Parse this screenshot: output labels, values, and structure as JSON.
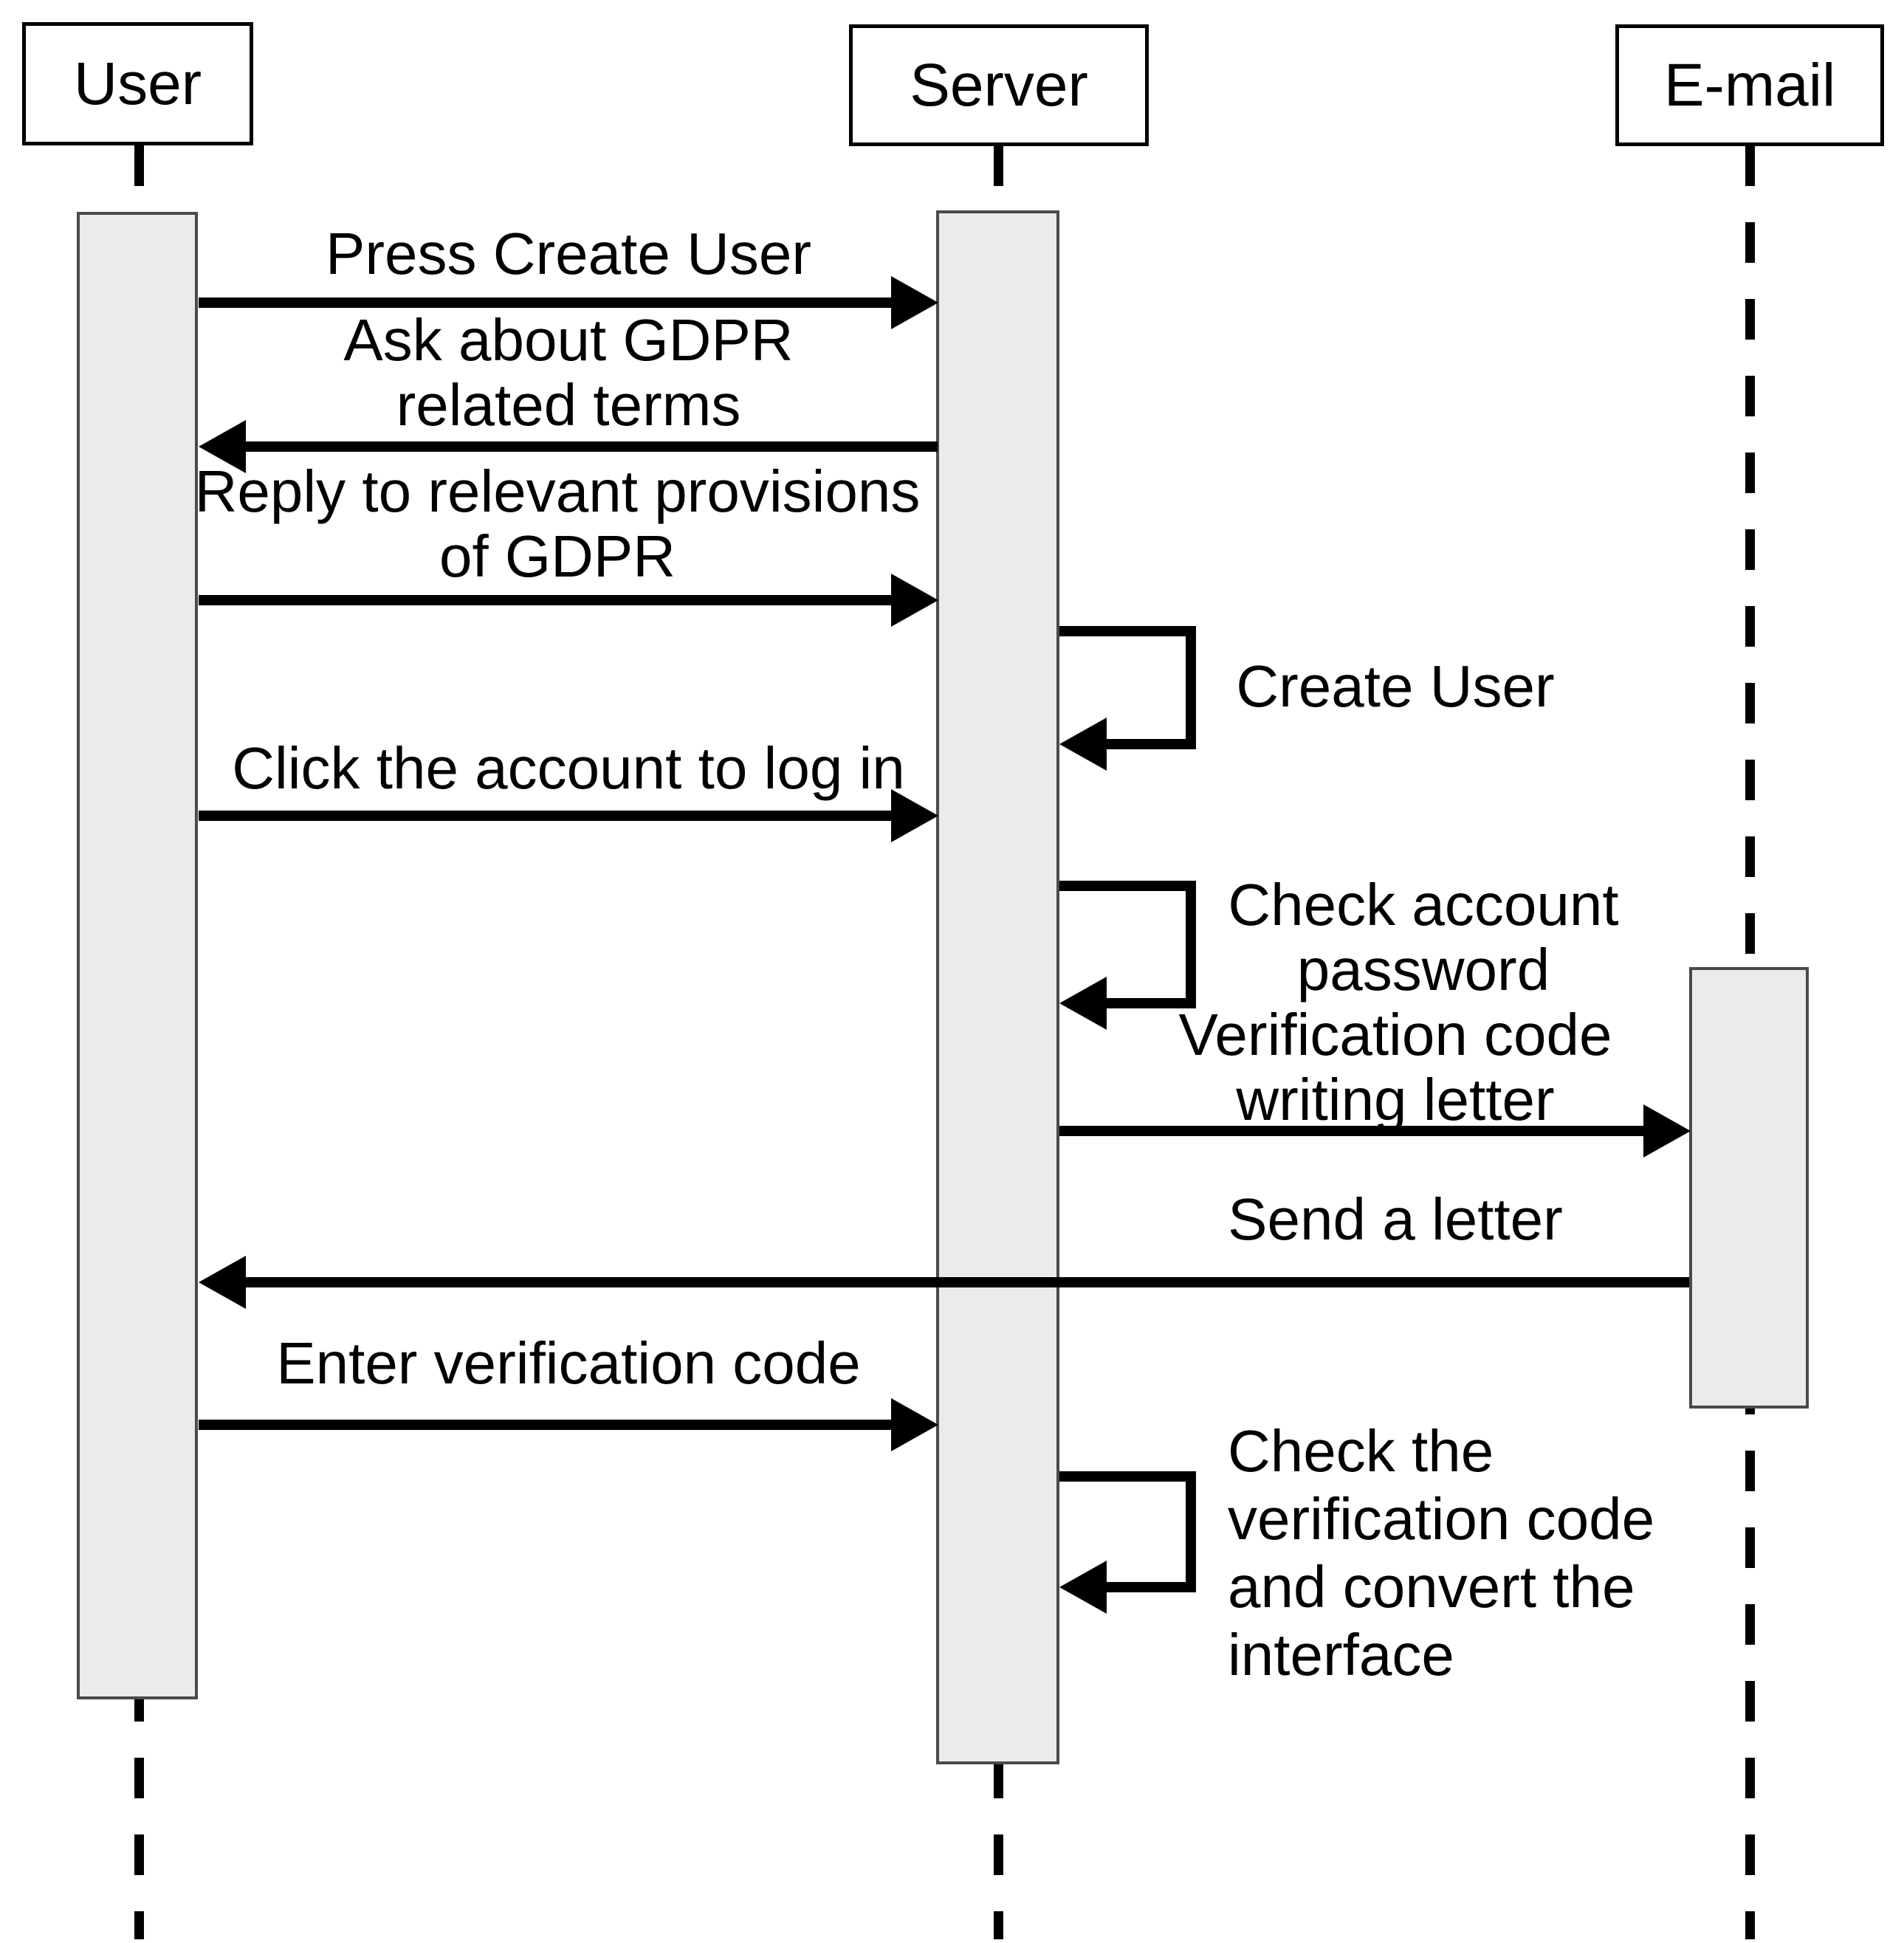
{
  "diagram": {
    "type": "uml-sequence-diagram",
    "actors": {
      "user": {
        "label": "User"
      },
      "server": {
        "label": "Server"
      },
      "email": {
        "label": "E-mail"
      }
    },
    "messages": {
      "press_create_user": {
        "from": "User",
        "to": "Server",
        "style": "solid-arrow",
        "lines": [
          "Press Create User"
        ]
      },
      "ask_gdpr": {
        "from": "Server",
        "to": "User",
        "style": "solid-arrow",
        "lines": [
          "Ask about GDPR",
          "related terms"
        ]
      },
      "reply_gdpr": {
        "from": "User",
        "to": "Server",
        "style": "solid-arrow",
        "lines": [
          "Reply to relevant provisions",
          "of GDPR"
        ]
      },
      "create_user": {
        "from": "Server",
        "to": "Server",
        "style": "self-message",
        "lines": [
          "Create User"
        ]
      },
      "click_login": {
        "from": "User",
        "to": "Server",
        "style": "solid-arrow",
        "lines": [
          "Click the account to log in"
        ]
      },
      "check_password": {
        "from": "Server",
        "to": "Server",
        "style": "self-message",
        "lines": [
          "Check account",
          "password"
        ]
      },
      "verification_letter": {
        "from": "Server",
        "to": "E-mail",
        "style": "solid-arrow",
        "lines": [
          "Verification code",
          "writing letter"
        ]
      },
      "send_letter": {
        "from": "E-mail",
        "to": "User",
        "style": "solid-arrow",
        "lines": [
          "Send a letter"
        ]
      },
      "enter_code": {
        "from": "User",
        "to": "Server",
        "style": "solid-arrow",
        "lines": [
          "Enter verification code"
        ]
      },
      "check_code": {
        "from": "Server",
        "to": "Server",
        "style": "self-message",
        "lines": [
          "Check the",
          "verification code",
          "and convert the",
          "interface"
        ]
      }
    },
    "colors": {
      "line": "#000000",
      "text": "#000000",
      "box_fill": "#ffffff",
      "box_border": "#000000",
      "activation_fill": "#ebebeb",
      "activation_border": "#4a4a4a",
      "background": "#ffffff"
    }
  }
}
